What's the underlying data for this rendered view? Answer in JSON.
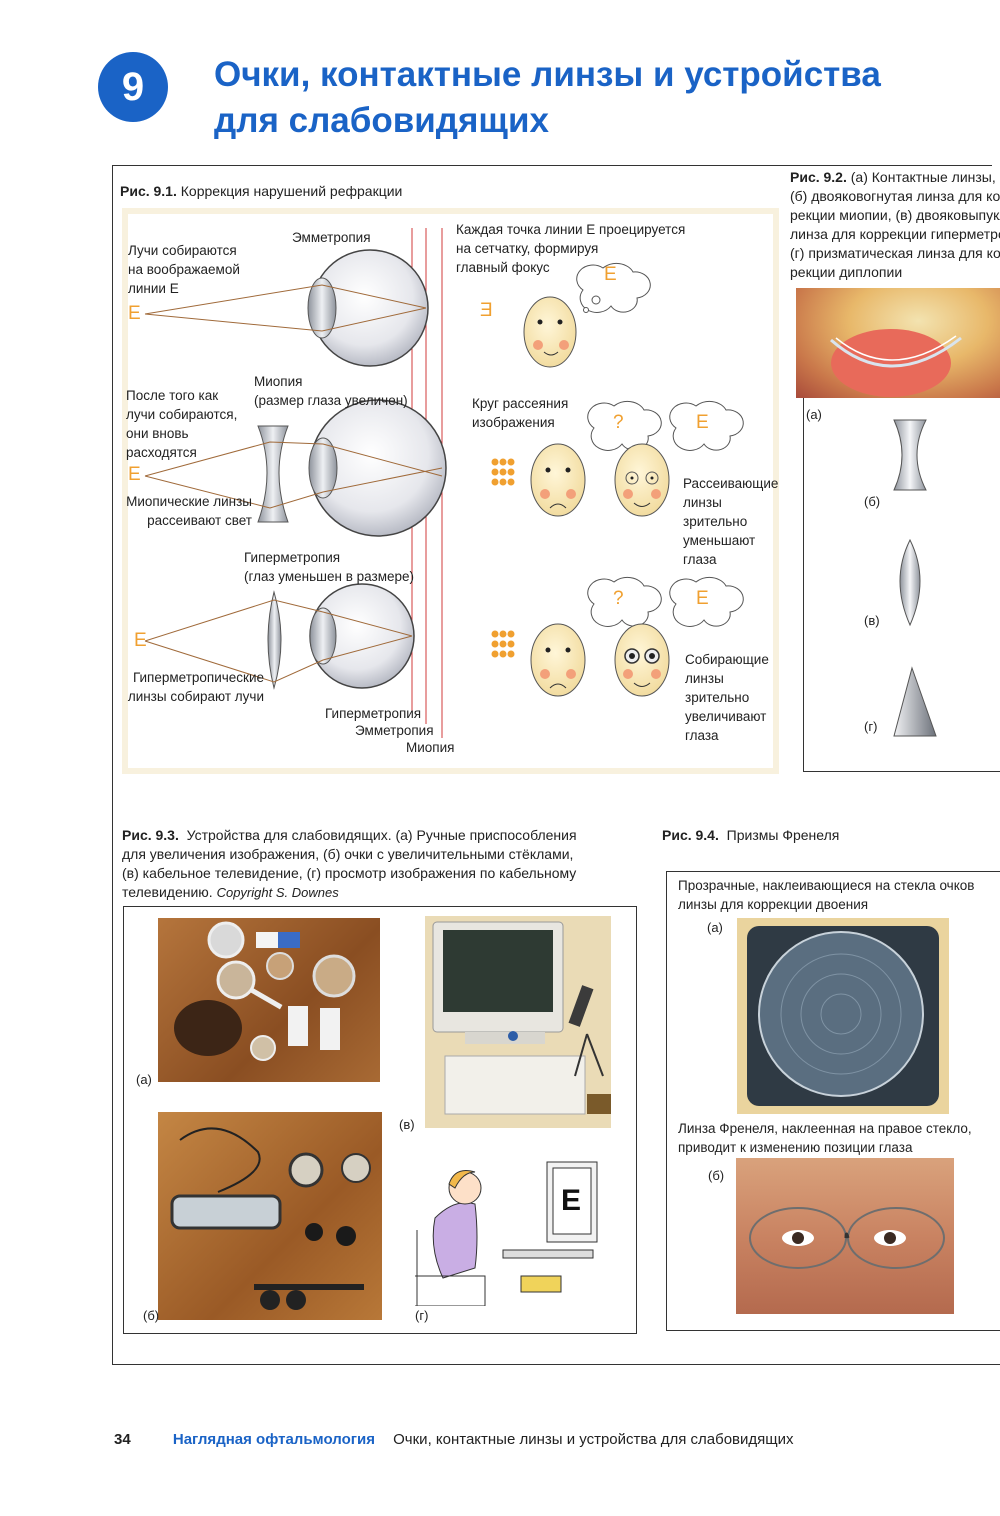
{
  "chapter": {
    "number": "9",
    "title_line1": "Очки, контактные линзы и устройства",
    "title_line2": "для слабовидящих"
  },
  "fig91": {
    "caption_num": "Рис. 9.1.",
    "caption_text": "Коррекция нарушений рефракции",
    "labels": {
      "rays_1": "Лучи собираются",
      "rays_2": "на воображаемой",
      "rays_3": "линии Е",
      "emmetropia": "Эмметропия",
      "each_point_1": "Каждая точка линии Е проецируется",
      "each_point_2": "на сетчатку, формируя",
      "each_point_3": "главный фокус",
      "after_1": "После того как",
      "after_2": "лучи собираются,",
      "after_3": "они вновь",
      "after_4": "расходятся",
      "myopia_1": "Миопия",
      "myopia_2": "(размер глаза увеличен)",
      "circle_1": "Круг рассеяния",
      "circle_2": "изображения",
      "myopic_lens_1": "Миопические линзы",
      "myopic_lens_2": "рассеивают свет",
      "diverging_1": "Рассеивающие",
      "diverging_2": "линзы",
      "diverging_3": "зрительно",
      "diverging_4": "уменьшают",
      "diverging_5": "глаза",
      "hyper_1": "Гиперметропия",
      "hyper_2": "(глаз уменьшен в размере)",
      "hyper_lens_1": "Гиперметропические",
      "hyper_lens_2": "линзы собирают лучи",
      "converging_1": "Собирающие",
      "converging_2": "линзы",
      "converging_3": "зрительно",
      "converging_4": "увеличивают",
      "converging_5": "глаза",
      "line_hyper": "Гиперметропия",
      "line_emme": "Эмметропия",
      "line_myop": "Миопия",
      "letter_e": "Е",
      "letter_e_rev": "Ǝ",
      "question": "?"
    }
  },
  "fig92": {
    "caption_num": "Рис. 9.2.",
    "lines": [
      "(а) Контактные линзы,",
      "(б) двояковогнутая линза для кор-",
      "рекции миопии, (в) двояковыпуклая",
      "линза для коррекции гиперметропии,",
      "(г) призматическая линза для кор-",
      "рекции диплопии"
    ],
    "tags": [
      "(а)",
      "(б)",
      "(в)",
      "(г)"
    ]
  },
  "fig93": {
    "caption_num": "Рис. 9.3.",
    "lines": [
      "Устройства для слабовидящих. (а) Ручные приспособления",
      "для увеличения изображения, (б) очки с увеличительными стёклами,",
      "(в) кабельное телевидение, (г) просмотр изображения по кабельному",
      "телевидению."
    ],
    "copyright": "Copyright S. Downes",
    "tags": [
      "(а)",
      "(в)",
      "(б)",
      "(г)"
    ]
  },
  "fig94": {
    "caption_num": "Рис. 9.4.",
    "caption_text": "Призмы Френеля",
    "text_a_1": "Прозрачные, наклеивающиеся на стекла очков",
    "text_a_2": "линзы для коррекции двоения",
    "text_b_1": "Линза Френеля, наклеенная на правое стекло,",
    "text_b_2": "приводит к изменению позиции глаза",
    "tags": [
      "(а)",
      "(б)"
    ]
  },
  "footer": {
    "page": "34",
    "book": "Наглядная офтальмология",
    "chapter": "Очки, контактные линзы и устройства для слабовидящих"
  }
}
